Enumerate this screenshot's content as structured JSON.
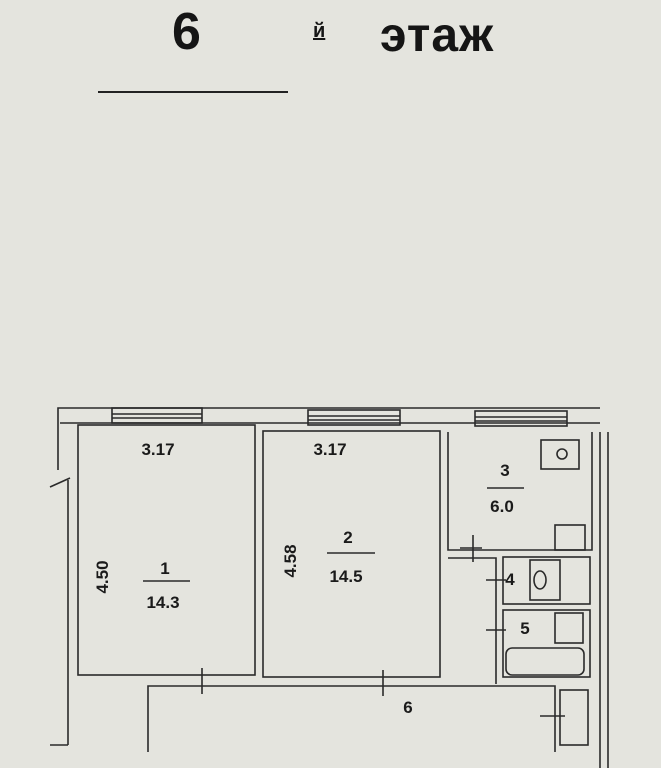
{
  "header": {
    "floor_number": "6",
    "floor_suffix": "й",
    "floor_word": "этаж"
  },
  "rooms": [
    {
      "number": "1",
      "area": "14.3",
      "width": "3.17",
      "length": "4.50"
    },
    {
      "number": "2",
      "area": "14.5",
      "width": "3.17",
      "length": "4.58"
    },
    {
      "number": "3",
      "area": "6.0"
    },
    {
      "number": "4"
    },
    {
      "number": "5"
    },
    {
      "number": "6"
    }
  ]
}
